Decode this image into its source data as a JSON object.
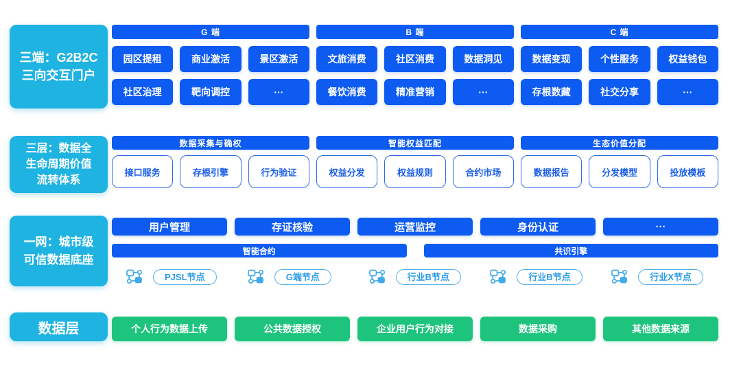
{
  "palette": {
    "blue": "#0d5bf0",
    "cyan": "#1fb3e2",
    "green": "#1ec47d",
    "node_blue": "#41a9e8",
    "pill_text_blue": "#2b9ce8",
    "white_box_border_blue": "#2e6ce8"
  },
  "portal": {
    "side": [
      "三端：G2B2C",
      "三向交互门户"
    ],
    "groups": [
      {
        "header": "G 端",
        "top": [
          "园区提租",
          "商业激活",
          "景区激活"
        ],
        "bottom": [
          "社区治理",
          "靶向调控",
          "···"
        ]
      },
      {
        "header": "B 端",
        "top": [
          "文旅消费",
          "社区消费",
          "数据洞见"
        ],
        "bottom": [
          "餐饮消费",
          "精准营销",
          "···"
        ]
      },
      {
        "header": "C 端",
        "top": [
          "数据变现",
          "个性服务",
          "权益钱包"
        ],
        "bottom": [
          "存根数藏",
          "社交分享",
          "···"
        ]
      }
    ]
  },
  "lifecycle": {
    "side": [
      "三层：数据全",
      "生命周期价值",
      "流转体系"
    ],
    "groups": [
      {
        "header": "数据采集与确权",
        "items": [
          "接口服务",
          "存根引擎",
          "行为验证"
        ]
      },
      {
        "header": "智能权益匹配",
        "items": [
          "权益分发",
          "权益规则",
          "合约市场"
        ]
      },
      {
        "header": "生态价值分配",
        "items": [
          "数据报告",
          "分发模型",
          "投放模板"
        ]
      }
    ]
  },
  "network": {
    "side": [
      "一网：城市级",
      "可信数据底座"
    ],
    "services": [
      "用户管理",
      "存证核验",
      "运营监控",
      "身份认证",
      "···"
    ],
    "engines": [
      "智能合约",
      "共识引擎"
    ],
    "nodes": [
      "PJSL节点",
      "G端节点",
      "行业B节点",
      "行业B节点",
      "行业X节点"
    ]
  },
  "data_layer": {
    "side": [
      "数据层"
    ],
    "sources": [
      "个人行为数据上传",
      "公共数据授权",
      "企业用户行为对接",
      "数据采购",
      "其他数据来源"
    ]
  }
}
